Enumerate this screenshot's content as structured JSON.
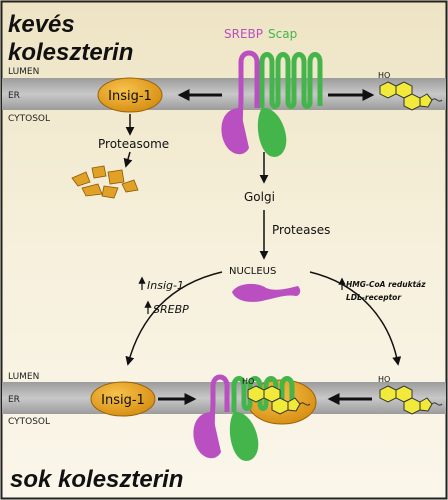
{
  "title_top": [
    "kevés",
    "koleszterin"
  ],
  "title_bottom": "sok koleszterin",
  "membrane_labels": {
    "lumen": "LUMEN",
    "er": "ER",
    "cytosol": "CYTOSOL"
  },
  "proteins": {
    "srebp": "SREBP",
    "scap": "Scap",
    "insig": "Insig-1"
  },
  "steps": {
    "proteasome": "Proteasome",
    "golgi": "Golgi",
    "proteases": "Proteases",
    "nucleus": "NUCLEUS"
  },
  "genes_left": [
    "Insig-1",
    "SREBP"
  ],
  "genes_right": [
    "HMG-CoA reduktáz",
    "LDL-receptor"
  ],
  "sterol_label": "HO",
  "colors": {
    "background_top": "#eee4c4",
    "background_bottom": "#faf6ea",
    "membrane": "#b4b4b4",
    "srebp": "#b94fc0",
    "scap": "#43b54a",
    "insig": "#e7a21e",
    "sterol": "#f2ea3a"
  }
}
